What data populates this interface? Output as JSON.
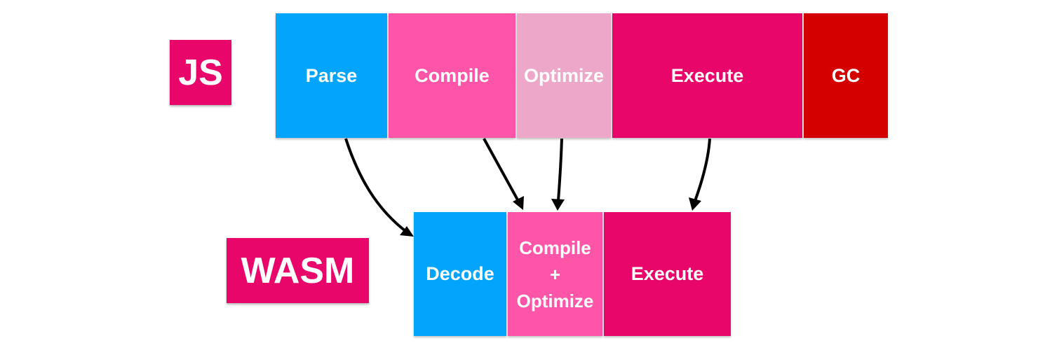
{
  "js": {
    "label": "JS",
    "label_color": "#e8066b",
    "stages": [
      {
        "name": "Parse",
        "color": "#03a5fc"
      },
      {
        "name": "Compile",
        "color": "#ff55a8"
      },
      {
        "name": "Optimize",
        "color": "#eda8c9"
      },
      {
        "name": "Execute",
        "color": "#e8066b"
      },
      {
        "name": "GC",
        "color": "#d40000"
      }
    ]
  },
  "wasm": {
    "label": "WASM",
    "label_color": "#e8066b",
    "stages": [
      {
        "name": "Decode",
        "color": "#03a5fc"
      },
      {
        "lines": [
          "Compile",
          "+",
          "Optimize"
        ],
        "color": "#ff55a8"
      },
      {
        "name": "Execute",
        "color": "#e8066b"
      }
    ]
  },
  "arrows": [
    {
      "from": "js.Parse",
      "to": "wasm.Decode"
    },
    {
      "from": "js.Compile",
      "to": "wasm.Compile + Optimize"
    },
    {
      "from": "js.Optimize",
      "to": "wasm.Compile + Optimize"
    },
    {
      "from": "js.Execute",
      "to": "wasm.Execute"
    }
  ],
  "arrow_color": "#000000"
}
